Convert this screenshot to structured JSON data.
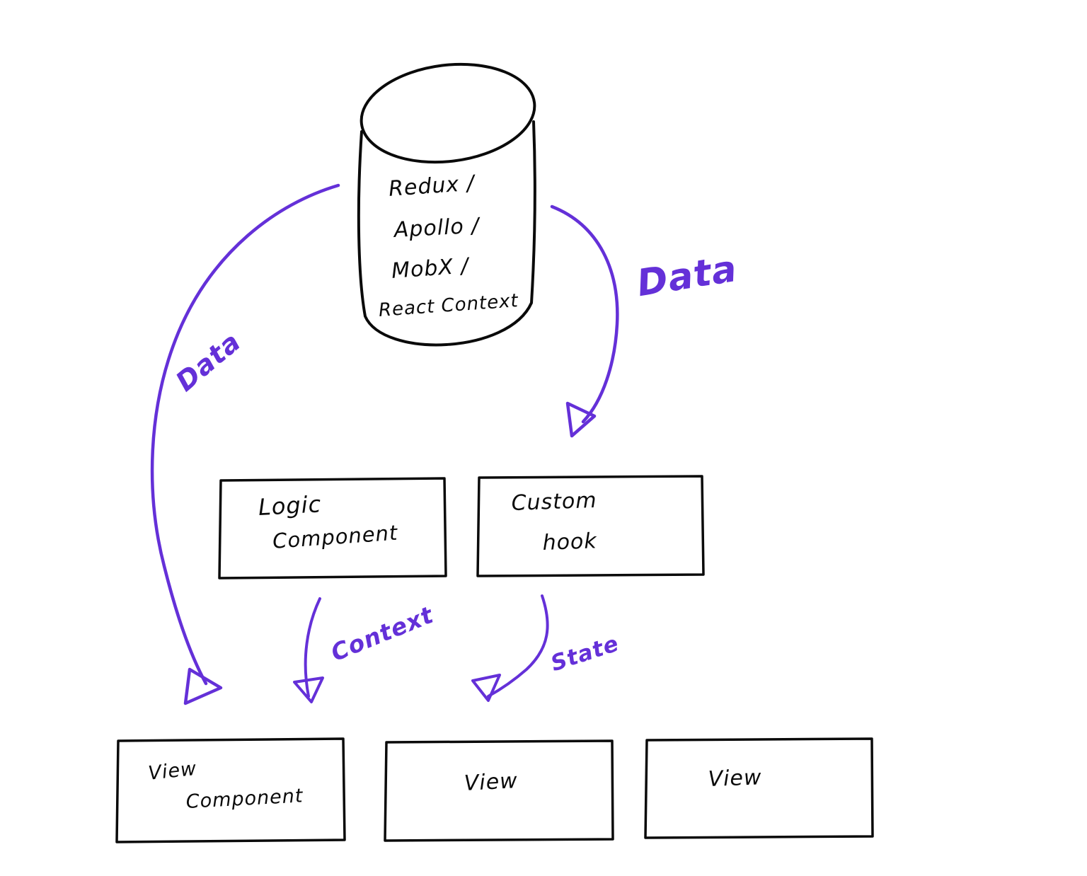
{
  "cylinder": {
    "lines": [
      "Redux /",
      "Apollo /",
      "MobX /",
      "React Context"
    ]
  },
  "boxes": {
    "logic_component": {
      "lines": [
        "Logic",
        "Component"
      ]
    },
    "custom_hook": {
      "lines": [
        "Custom",
        "hook"
      ]
    },
    "view_component": {
      "lines": [
        "View",
        "Component"
      ]
    },
    "view_center": {
      "label": "View"
    },
    "view_right": {
      "label": "View"
    }
  },
  "arrow_labels": {
    "data_left": "Data",
    "data_right": "Data",
    "context": "Context",
    "state": "State"
  },
  "colors": {
    "ink": "#0a0a0a",
    "accent": "#6430d8",
    "background": "#ffffff"
  }
}
